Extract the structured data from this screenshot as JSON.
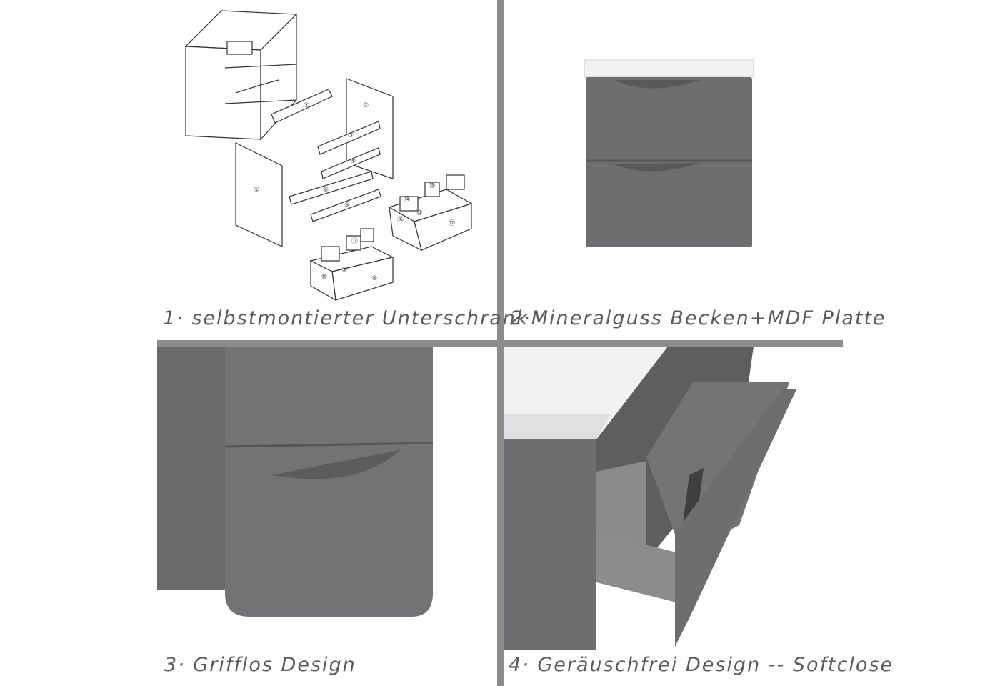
{
  "captions": {
    "panel1": "1· selbstmontierter Unterschrank",
    "panel2": "2·Mineralguss Becken+MDF Platte",
    "panel3": "3· Grifflos Design",
    "panel4": "4· Geräuschfrei Design -- Softclose"
  },
  "part_numbers": [
    "①",
    "②",
    "③",
    "④",
    "⑤",
    "⑥",
    "⑦",
    "⑧",
    "⑨",
    "⑩",
    "⑪",
    "⑫",
    "⑬",
    "⑭",
    "⑮",
    "⑯"
  ],
  "colors": {
    "cabinet_gray": "#6e6e70",
    "cabinet_dark": "#58585a",
    "basin_white": "#f2f2f3",
    "divider": "#8c8c8c",
    "caption_text": "#5a5a5a"
  }
}
